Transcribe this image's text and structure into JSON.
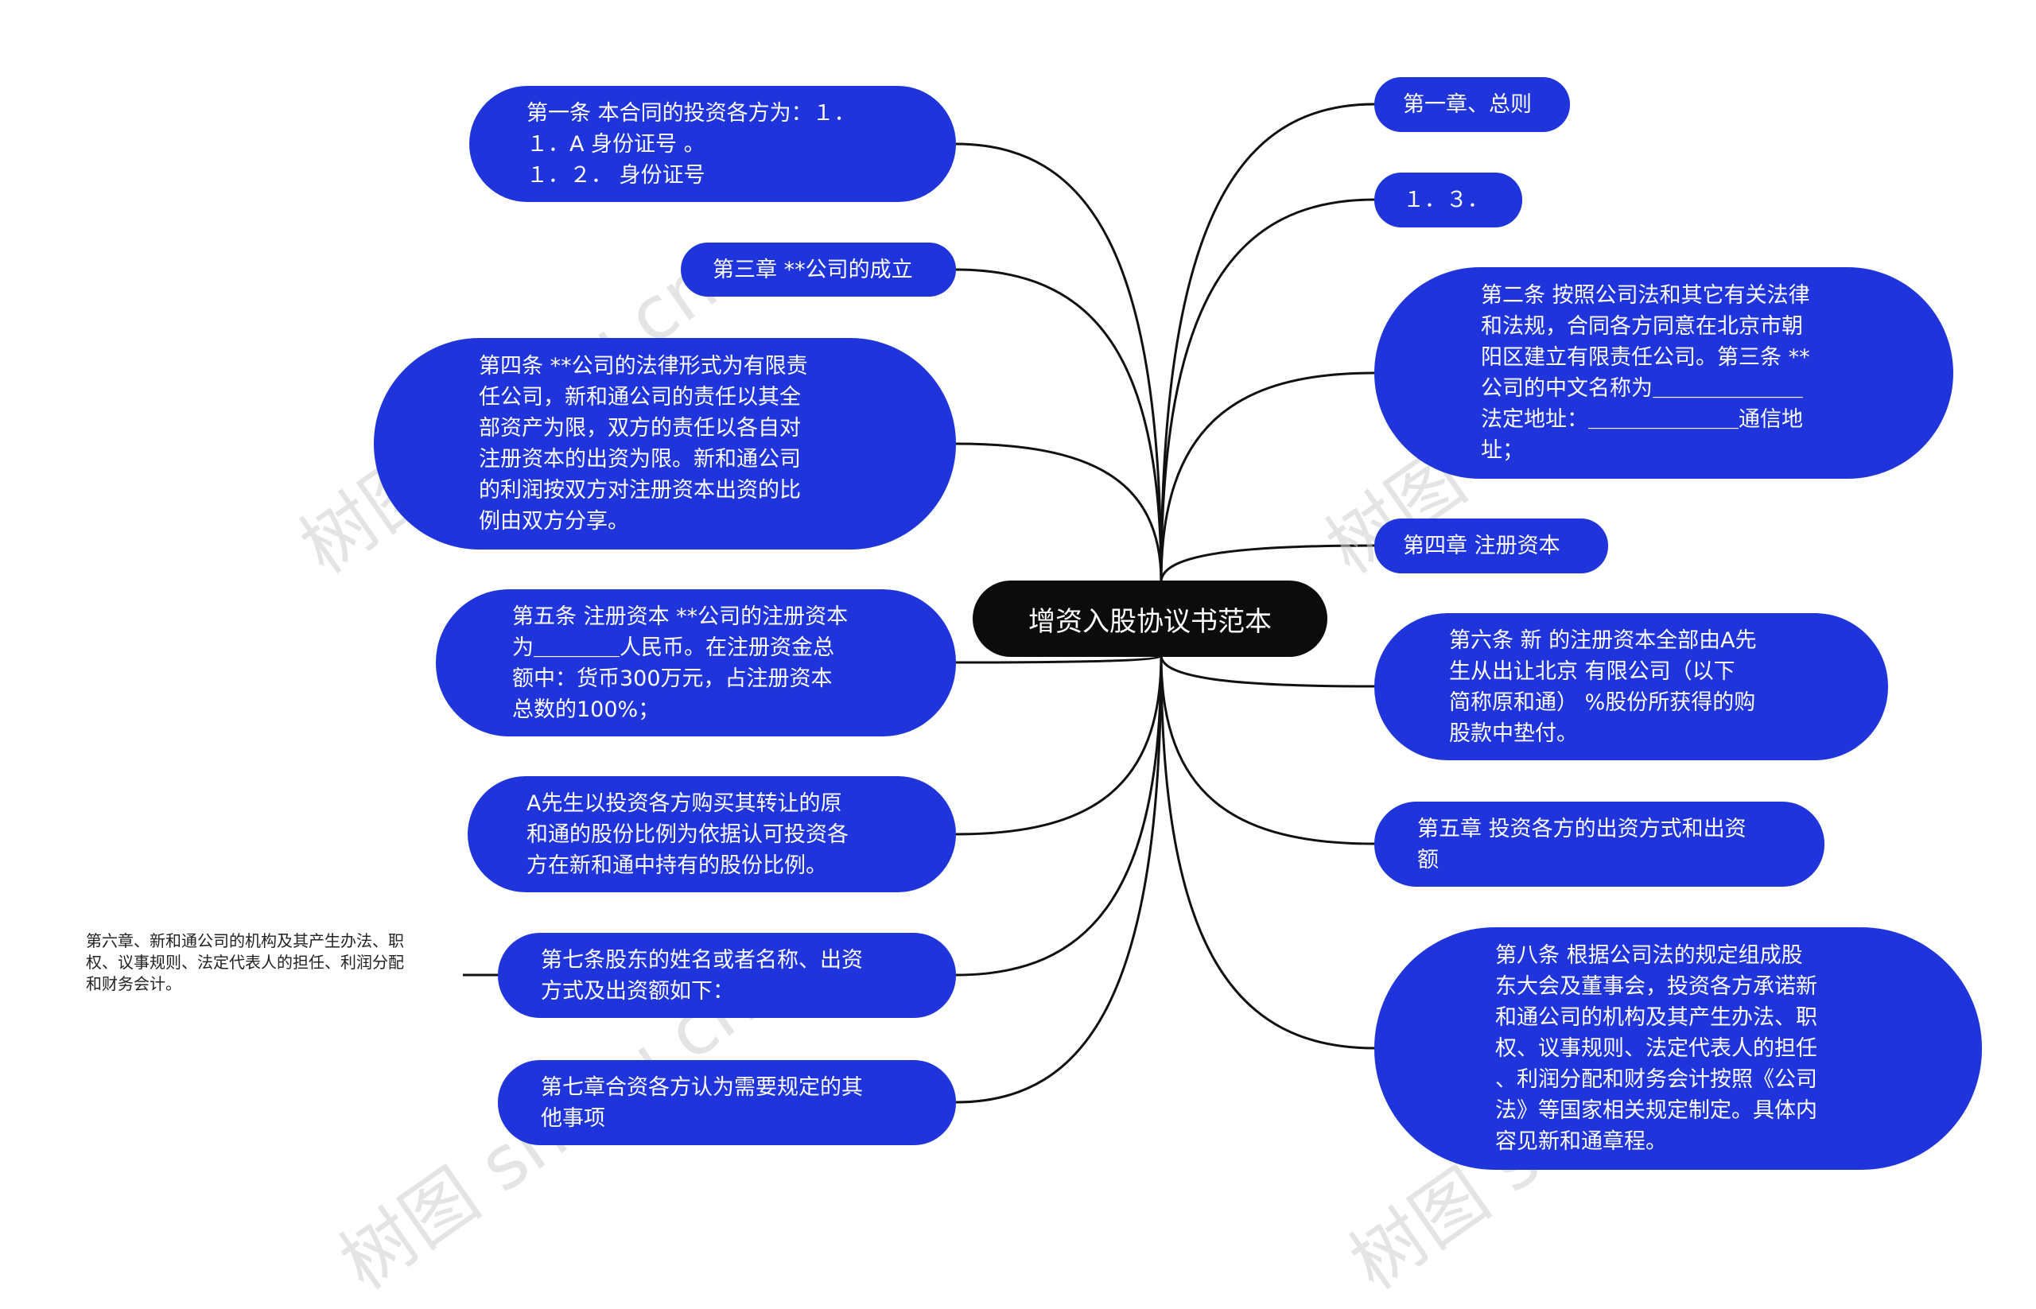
{
  "root": {
    "label": "增资入股协议书范本"
  },
  "left_nodes": [
    {
      "text": "第一条 本合同的投资各方为：１．\n１．A        身份证号            。\n１．２．              身份证号"
    },
    {
      "text": "第三章 **公司的成立"
    },
    {
      "text": "第四条 **公司的法律形式为有限责\n任公司，新和通公司的责任以其全\n部资产为限，双方的责任以各自对\n注册资本的出资为限。新和通公司\n的利润按双方对注册资本出资的比\n例由双方分享。"
    },
    {
      "text": "第五条 注册资本 **公司的注册资本\n为＿＿＿＿人民币。在注册资金总\n额中：货币300万元，占注册资本\n总数的100%；"
    },
    {
      "text": "A先生以投资各方购买其转让的原\n和通的股份比例为依据认可投资各\n方在新和通中持有的股份比例。"
    },
    {
      "text": "第七条股东的姓名或者名称、出资\n方式及出资额如下："
    },
    {
      "text": "第七章合资各方认为需要规定的其\n他事项"
    }
  ],
  "right_nodes": [
    {
      "text": "第一章、总则"
    },
    {
      "text": "１．３．"
    },
    {
      "text": "第二条 按照公司法和其它有关法律\n和法规，合同各方同意在北京市朝\n阳区建立有限责任公司。第三条 **\n公司的中文名称为＿＿＿＿＿＿＿\n法定地址：＿＿＿＿＿＿＿通信地\n址；"
    },
    {
      "text": "第四章  注册资本"
    },
    {
      "text": "第六条 新      的注册资本全部由A先\n生从出让北京        有限公司（以下\n简称原和通）     %股份所获得的购\n股款中垫付。"
    },
    {
      "text": "第五章 投资各方的出资方式和出资\n额"
    },
    {
      "text": "第八条  根据公司法的规定组成股\n东大会及董事会，投资各方承诺新\n和通公司的机构及其产生办法、职\n权、议事规则、法定代表人的担任\n、利润分配和财务会计按照《公司\n法》等国家相关规定制定。具体内\n容见新和通章程。"
    }
  ],
  "sub_node": {
    "text": "第六章、新和通公司的机构及其产生办法、职\n权、议事规则、法定代表人的担任、利润分配\n和财务会计。"
  },
  "watermark": "树图 shutu.cn",
  "colors": {
    "node_fill": "#1f34db",
    "root_fill": "#0c0c0c",
    "line": "#111111"
  }
}
